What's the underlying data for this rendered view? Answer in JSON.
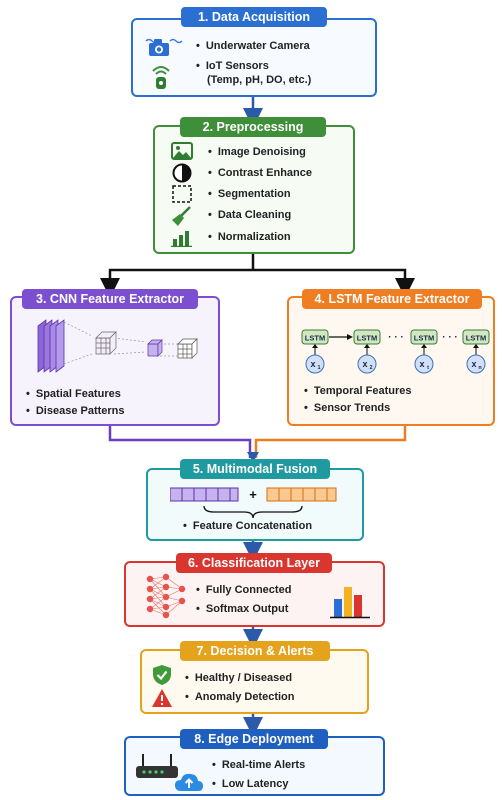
{
  "colors": {
    "blue": "#2a6fd1",
    "green": "#3f8f3a",
    "purple": "#7b4fd0",
    "orange": "#ef7d22",
    "teal": "#1e9aa0",
    "red": "#d9362f",
    "gold": "#e4a21d",
    "blue_dark": "#1f5fbf"
  },
  "step1": {
    "title": "1. Data Acquisition",
    "items": [
      "Underwater Camera",
      "IoT Sensors",
      "(Temp, pH, DO, etc.)"
    ],
    "icons": [
      "camera-icon",
      "sensor-icon"
    ]
  },
  "step2": {
    "title": "2. Preprocessing",
    "items": [
      "Image Denoising",
      "Contrast Enhance",
      "Segmentation",
      "Data Cleaning",
      "Normalization"
    ],
    "icons": [
      "image-icon",
      "contrast-icon",
      "segmentation-icon",
      "broom-icon",
      "bar-chart-icon"
    ]
  },
  "step3": {
    "title": "3. CNN Feature Extractor",
    "items": [
      "Spatial Features",
      "Disease Patterns"
    ]
  },
  "step4": {
    "title": "4. LSTM Feature Extractor",
    "cell_label": "LSTM",
    "ellipsis": "· · ·",
    "inputs": [
      "x",
      "x",
      "x",
      "x"
    ],
    "input_subs": [
      "1",
      "2",
      "t",
      "n"
    ],
    "items": [
      "Temporal Features",
      "Sensor Trends"
    ]
  },
  "step5": {
    "title": "5. Multimodal Fusion",
    "plus": "+",
    "items": [
      "Feature Concatenation"
    ]
  },
  "step6": {
    "title": "6. Classification Layer",
    "items": [
      "Fully Connected",
      "Softmax Output"
    ]
  },
  "step7": {
    "title": "7. Decision & Alerts",
    "items": [
      "Healthy / Diseased",
      "Anomaly Detection"
    ],
    "icons": [
      "shield-check-icon",
      "warning-icon"
    ]
  },
  "step8": {
    "title": "8. Edge Deployment",
    "items": [
      "Real-time Alerts",
      "Low Latency"
    ],
    "icons": [
      "router-icon",
      "cloud-upload-icon"
    ]
  }
}
